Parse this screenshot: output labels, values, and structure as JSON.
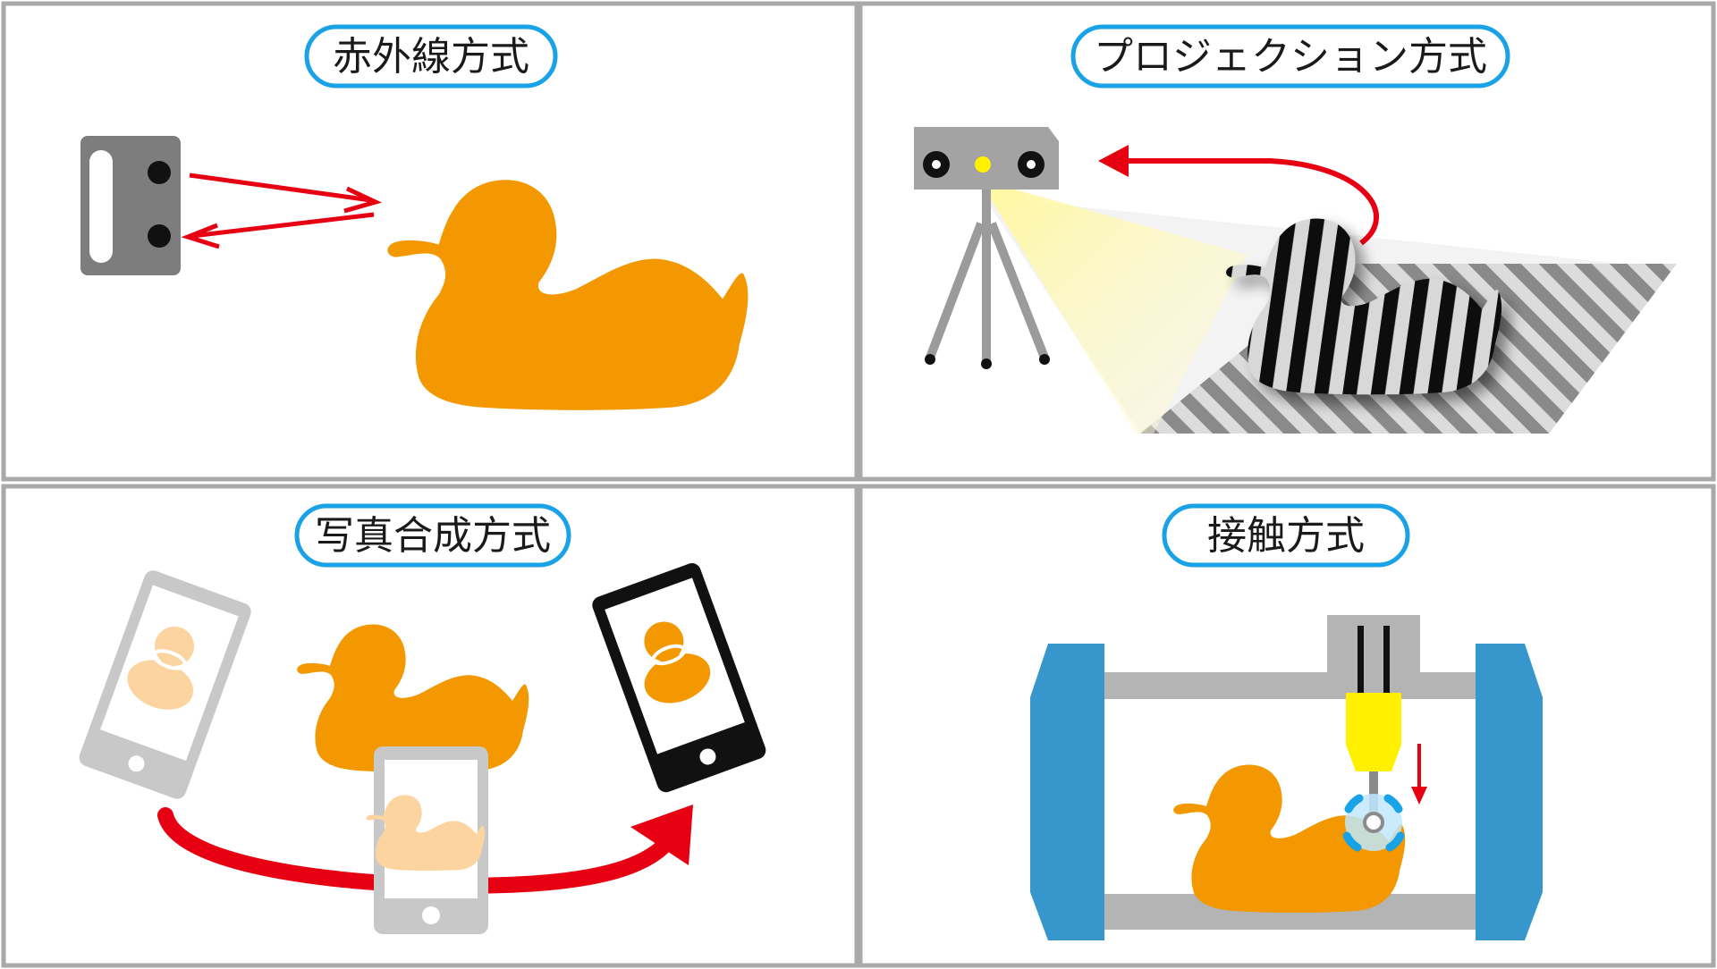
{
  "colors": {
    "frame": "#a9a9a9",
    "pill_border": "#1aa2e6",
    "duck": "#f39800",
    "duck_light": "#fbd49f",
    "arrow_red": "#e60012",
    "scanner_gray": "#7d7d7d",
    "machine_blue": "#3796cc",
    "machine_gray": "#b4b4b4",
    "probe_yellow": "#fff100",
    "probe_blue": "#4fc3f7"
  },
  "panels": [
    {
      "id": "infrared",
      "title": "赤外線方式"
    },
    {
      "id": "projection",
      "title": "プロジェクション方式"
    },
    {
      "id": "photo",
      "title": "写真合成方式"
    },
    {
      "id": "contact",
      "title": "接触方式"
    }
  ]
}
